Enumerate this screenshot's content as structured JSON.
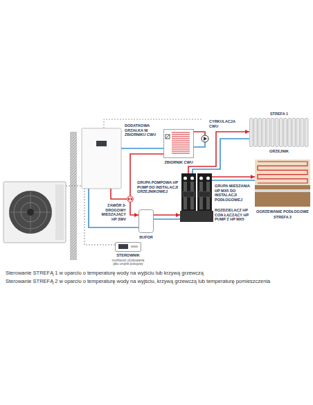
{
  "diagram": {
    "nodes": [
      {
        "text": [
          "ZBIORNIK CWU"
        ]
      },
      {
        "text": [
          "STREFA 1",
          "GRZEJNIK"
        ]
      },
      {
        "text": [
          "GRUPA POMPOWA HP PUMP DO INSTALACJI GRZEJNIKOWEJ"
        ]
      },
      {
        "text": [
          "GRUPA MIESZANIA HP MX5 DO INSTALACJI PODŁOGOWEJ"
        ]
      },
      {
        "text": [
          "ROZDZIELACZ HP CON ŁĄCZĄCY HP PUMP Z HP MX5"
        ]
      },
      {
        "text": [
          "OGRZEWANIE PODŁOGOWE",
          "STREFA 2"
        ]
      },
      {
        "text": [
          "ZAWÓR 3-DROGOWY MIESZAJĄCY HP 3WV"
        ]
      },
      {
        "text": [
          "BUFOR"
        ]
      },
      {
        "text": [
          "STEROWNIK",
          "możliwość użytkowania jako czujnik pokojowy"
        ]
      }
    ],
    "edges": [
      {
        "from": 6,
        "to": 0,
        "arrow": "none"
      },
      {
        "from": 6,
        "to": 7,
        "arrow": "to"
      },
      {
        "from": 7,
        "to": 4,
        "arrow": "to"
      },
      {
        "from": 2,
        "to": 1,
        "arrow": "to"
      },
      {
        "from": 3,
        "to": 5,
        "arrow": "to"
      }
    ],
    "labels": [
      "DODATKOWA GRZAŁKA W ZBIORNIKU CWU",
      "CYRKULACJA CWU",
      "Sterowanie STREFĄ 1 w oparciu o temperaturę wody na wyjściu lub krzywą grzewczą",
      "Sterowanie STREFĄ 2 w oparciu o temperaturę wody na wyjściu, krzywą grzewczą lub temperaturę pomieszczenia"
    ]
  }
}
